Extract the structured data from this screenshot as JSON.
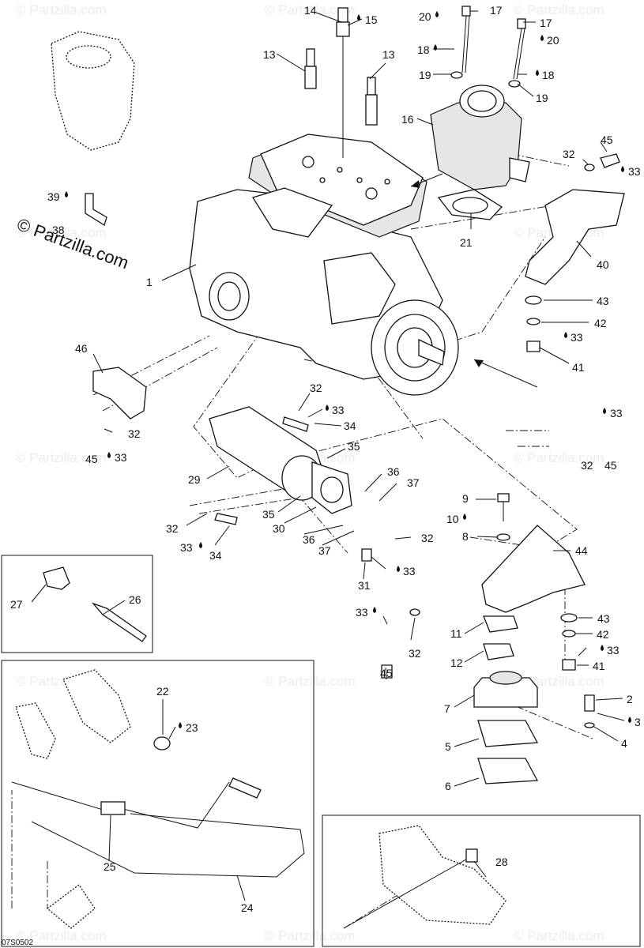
{
  "watermark": {
    "text": "© Partzilla.com"
  },
  "brand": {
    "text": "© Partzilla.com"
  },
  "figure_code": "07S0502",
  "callouts": [
    {
      "id": "c14",
      "text": "14"
    },
    {
      "id": "c15",
      "text": "15"
    },
    {
      "id": "c20a",
      "text": "20"
    },
    {
      "id": "c17a",
      "text": "17"
    },
    {
      "id": "c17b",
      "text": "17"
    },
    {
      "id": "c20b",
      "text": "20"
    },
    {
      "id": "c13a",
      "text": "13"
    },
    {
      "id": "c13b",
      "text": "13"
    },
    {
      "id": "c18a",
      "text": "18"
    },
    {
      "id": "c18b",
      "text": "18"
    },
    {
      "id": "c19a",
      "text": "19"
    },
    {
      "id": "c19b",
      "text": "19"
    },
    {
      "id": "c16",
      "text": "16"
    },
    {
      "id": "c45a",
      "text": "45"
    },
    {
      "id": "c32a",
      "text": "32"
    },
    {
      "id": "c33a",
      "text": "33"
    },
    {
      "id": "c39",
      "text": "39"
    },
    {
      "id": "c38",
      "text": "38"
    },
    {
      "id": "c21",
      "text": "21"
    },
    {
      "id": "c40",
      "text": "40"
    },
    {
      "id": "c1",
      "text": "1"
    },
    {
      "id": "c43a",
      "text": "43"
    },
    {
      "id": "c42a",
      "text": "42"
    },
    {
      "id": "c33b",
      "text": "33"
    },
    {
      "id": "c41a",
      "text": "41"
    },
    {
      "id": "c46",
      "text": "46"
    },
    {
      "id": "c32b",
      "text": "32"
    },
    {
      "id": "c33c",
      "text": "33"
    },
    {
      "id": "c34a",
      "text": "34"
    },
    {
      "id": "c32c",
      "text": "32"
    },
    {
      "id": "c45b",
      "text": "45"
    },
    {
      "id": "c33d",
      "text": "33"
    },
    {
      "id": "c33e",
      "text": "33"
    },
    {
      "id": "c32d",
      "text": "32"
    },
    {
      "id": "c45c",
      "text": "45"
    },
    {
      "id": "c35a",
      "text": "35"
    },
    {
      "id": "c29",
      "text": "29"
    },
    {
      "id": "c36a",
      "text": "36"
    },
    {
      "id": "c37a",
      "text": "37"
    },
    {
      "id": "c9",
      "text": "9"
    },
    {
      "id": "c10",
      "text": "10"
    },
    {
      "id": "c32e",
      "text": "32"
    },
    {
      "id": "c35b",
      "text": "35"
    },
    {
      "id": "c30",
      "text": "30"
    },
    {
      "id": "c8",
      "text": "8"
    },
    {
      "id": "c44",
      "text": "44"
    },
    {
      "id": "c36b",
      "text": "36"
    },
    {
      "id": "c32f",
      "text": "32"
    },
    {
      "id": "c33f",
      "text": "33"
    },
    {
      "id": "c34b",
      "text": "34"
    },
    {
      "id": "c37b",
      "text": "37"
    },
    {
      "id": "c33g",
      "text": "33"
    },
    {
      "id": "c31",
      "text": "31"
    },
    {
      "id": "c27",
      "text": "27"
    },
    {
      "id": "c26",
      "text": "26"
    },
    {
      "id": "c33h",
      "text": "33"
    },
    {
      "id": "c43b",
      "text": "43"
    },
    {
      "id": "c11",
      "text": "11"
    },
    {
      "id": "c42b",
      "text": "42"
    },
    {
      "id": "c32g",
      "text": "32"
    },
    {
      "id": "c33i",
      "text": "33"
    },
    {
      "id": "c12",
      "text": "12"
    },
    {
      "id": "c45d",
      "text": "45"
    },
    {
      "id": "c41b",
      "text": "41"
    },
    {
      "id": "c22",
      "text": "22"
    },
    {
      "id": "c7",
      "text": "7"
    },
    {
      "id": "c2",
      "text": "2"
    },
    {
      "id": "c23",
      "text": "23"
    },
    {
      "id": "c3",
      "text": "3"
    },
    {
      "id": "c4",
      "text": "4"
    },
    {
      "id": "c5",
      "text": "5"
    },
    {
      "id": "c6",
      "text": "6"
    },
    {
      "id": "c25",
      "text": "25"
    },
    {
      "id": "c28",
      "text": "28"
    },
    {
      "id": "c24",
      "text": "24"
    }
  ]
}
